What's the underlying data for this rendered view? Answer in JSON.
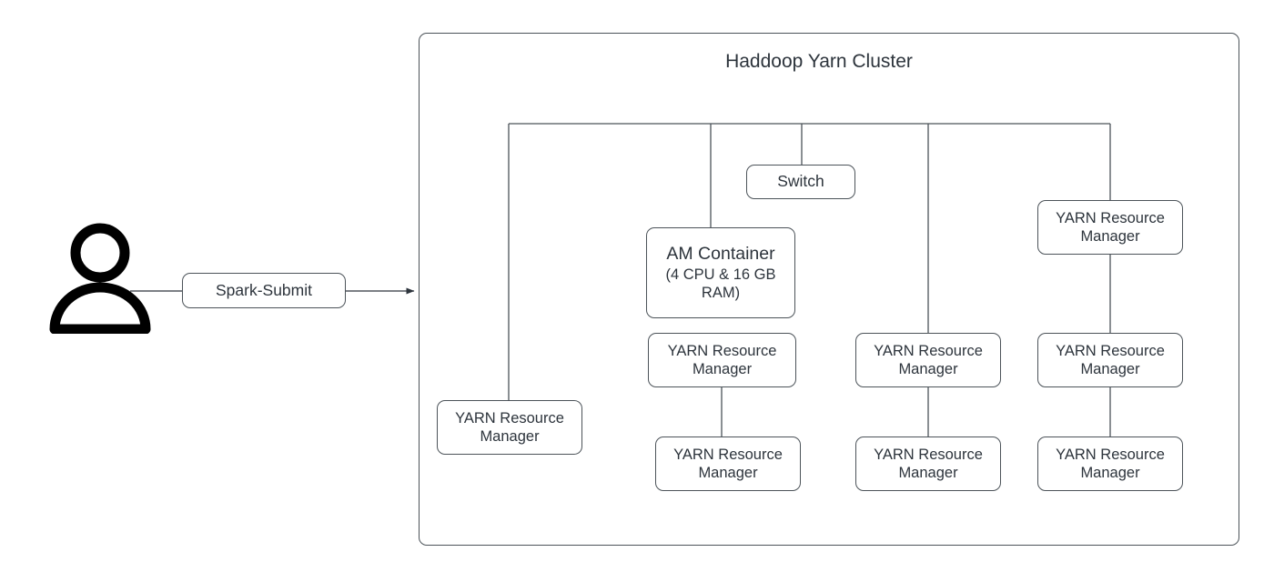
{
  "diagram": {
    "title": "Haddoop Yarn Cluster",
    "type": "architecture-diagram",
    "stroke_color": "#4c5359",
    "text_color": "#2d343c",
    "actor_color": "#000000",
    "background": "#ffffff"
  },
  "actor": {
    "name": "user-actor-icon"
  },
  "spark_submit": {
    "label": "Spark-Submit"
  },
  "switch": {
    "label": "Switch"
  },
  "am_container": {
    "line1": "AM Container",
    "line2": "(4 CPU & 16 GB RAM)"
  },
  "yarn_nodes": [
    {
      "id": "rm-col1-row3",
      "label": "YARN Resource Manager",
      "column": 1,
      "row": 3
    },
    {
      "id": "rm-col2-row2",
      "label": "YARN Resource Manager",
      "column": 2,
      "row": 2
    },
    {
      "id": "rm-col2-row3",
      "label": "YARN Resource Manager",
      "column": 2,
      "row": 3
    },
    {
      "id": "rm-col3-row2",
      "label": "YARN Resource Manager",
      "column": 3,
      "row": 2
    },
    {
      "id": "rm-col3-row3",
      "label": "YARN Resource Manager",
      "column": 3,
      "row": 3
    },
    {
      "id": "rm-col4-row1",
      "label": "YARN Resource Manager",
      "column": 4,
      "row": 1
    },
    {
      "id": "rm-col4-row2",
      "label": "YARN Resource Manager",
      "column": 4,
      "row": 2
    },
    {
      "id": "rm-col4-row3",
      "label": "YARN Resource Manager",
      "column": 4,
      "row": 3
    }
  ]
}
